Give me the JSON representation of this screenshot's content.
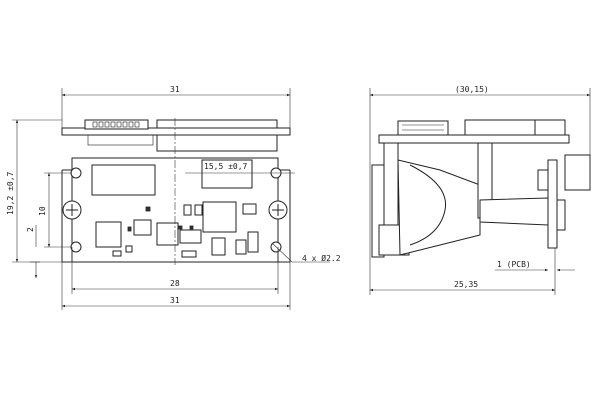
{
  "front_view": {
    "width_top": "31",
    "height": "19,2 ±0,7",
    "offset": "15,5 ±0,7",
    "hole_spacing_v": "10",
    "hole_offset": "2",
    "hole_spacing_h": "28",
    "width_bottom": "31",
    "holes_callout": "4 x Ø2.2"
  },
  "side_view": {
    "overall_length": "(30,15)",
    "pcb_thickness": "1 (PCB)",
    "body_length": "25,35"
  }
}
